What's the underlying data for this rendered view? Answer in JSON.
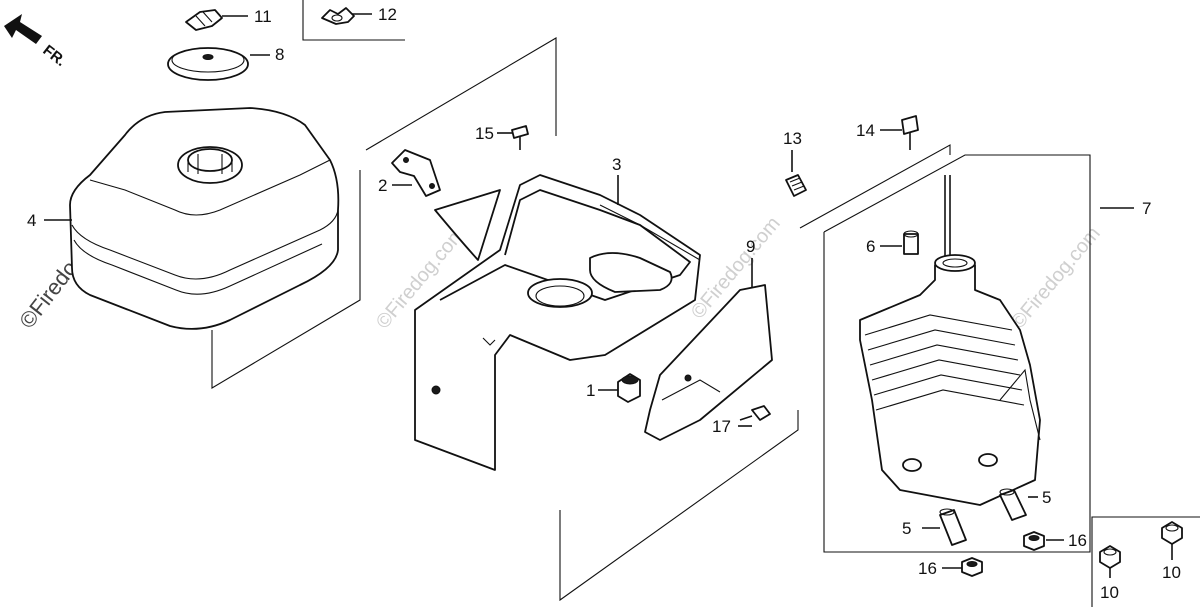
{
  "front_indicator": "FR.",
  "watermark": "©Firedog.com",
  "callouts": {
    "c1": "1",
    "c2": "2",
    "c3": "3",
    "c4": "4",
    "c5a": "5",
    "c5b": "5",
    "c6": "6",
    "c7": "7",
    "c8": "8",
    "c9": "9",
    "c10a": "10",
    "c10b": "10",
    "c11": "11",
    "c12": "12",
    "c13": "13",
    "c14": "14",
    "c15": "15",
    "c16a": "16",
    "c16b": "16",
    "c17": "17"
  }
}
